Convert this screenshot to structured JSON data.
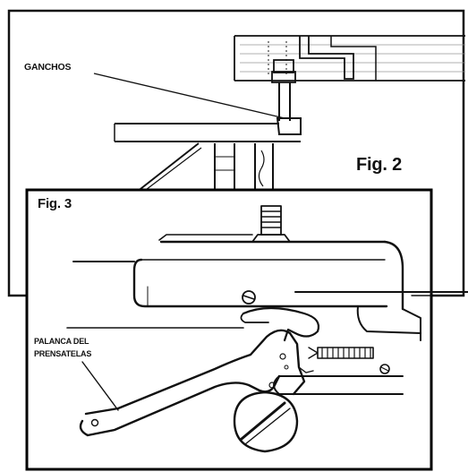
{
  "figure2": {
    "label": "Fig. 2",
    "callout_ganchos": "GANCHOS"
  },
  "figure3": {
    "label": "Fig. 3",
    "callout_palanca_line1": "PALANCA DEL",
    "callout_palanca_line2": "PRENSATELAS"
  },
  "colors": {
    "ink": "#111111",
    "paper": "#ffffff",
    "frame": "#000000"
  }
}
